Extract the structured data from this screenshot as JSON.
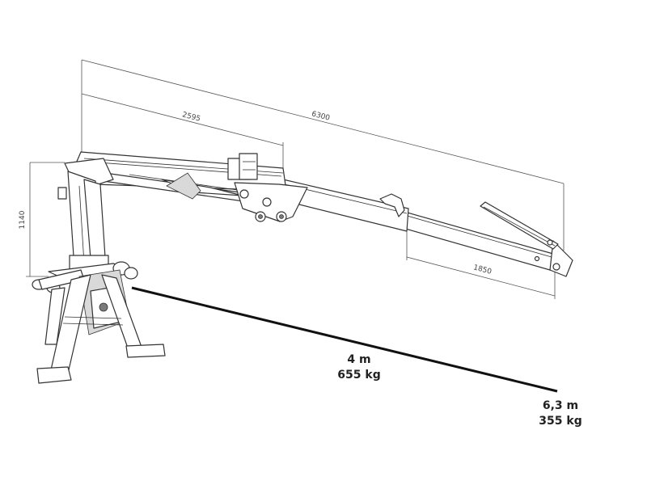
{
  "dimensions": {
    "total_reach": "6300",
    "inner_boom": "2595",
    "extension": "1850",
    "height": "1140"
  },
  "capacities": [
    {
      "reach": "4 m",
      "load": "655 kg"
    },
    {
      "reach": "6,3 m",
      "load": "355 kg"
    }
  ],
  "colors": {
    "line": "#333333",
    "capacity_line": "#111111",
    "text": "#222222"
  }
}
